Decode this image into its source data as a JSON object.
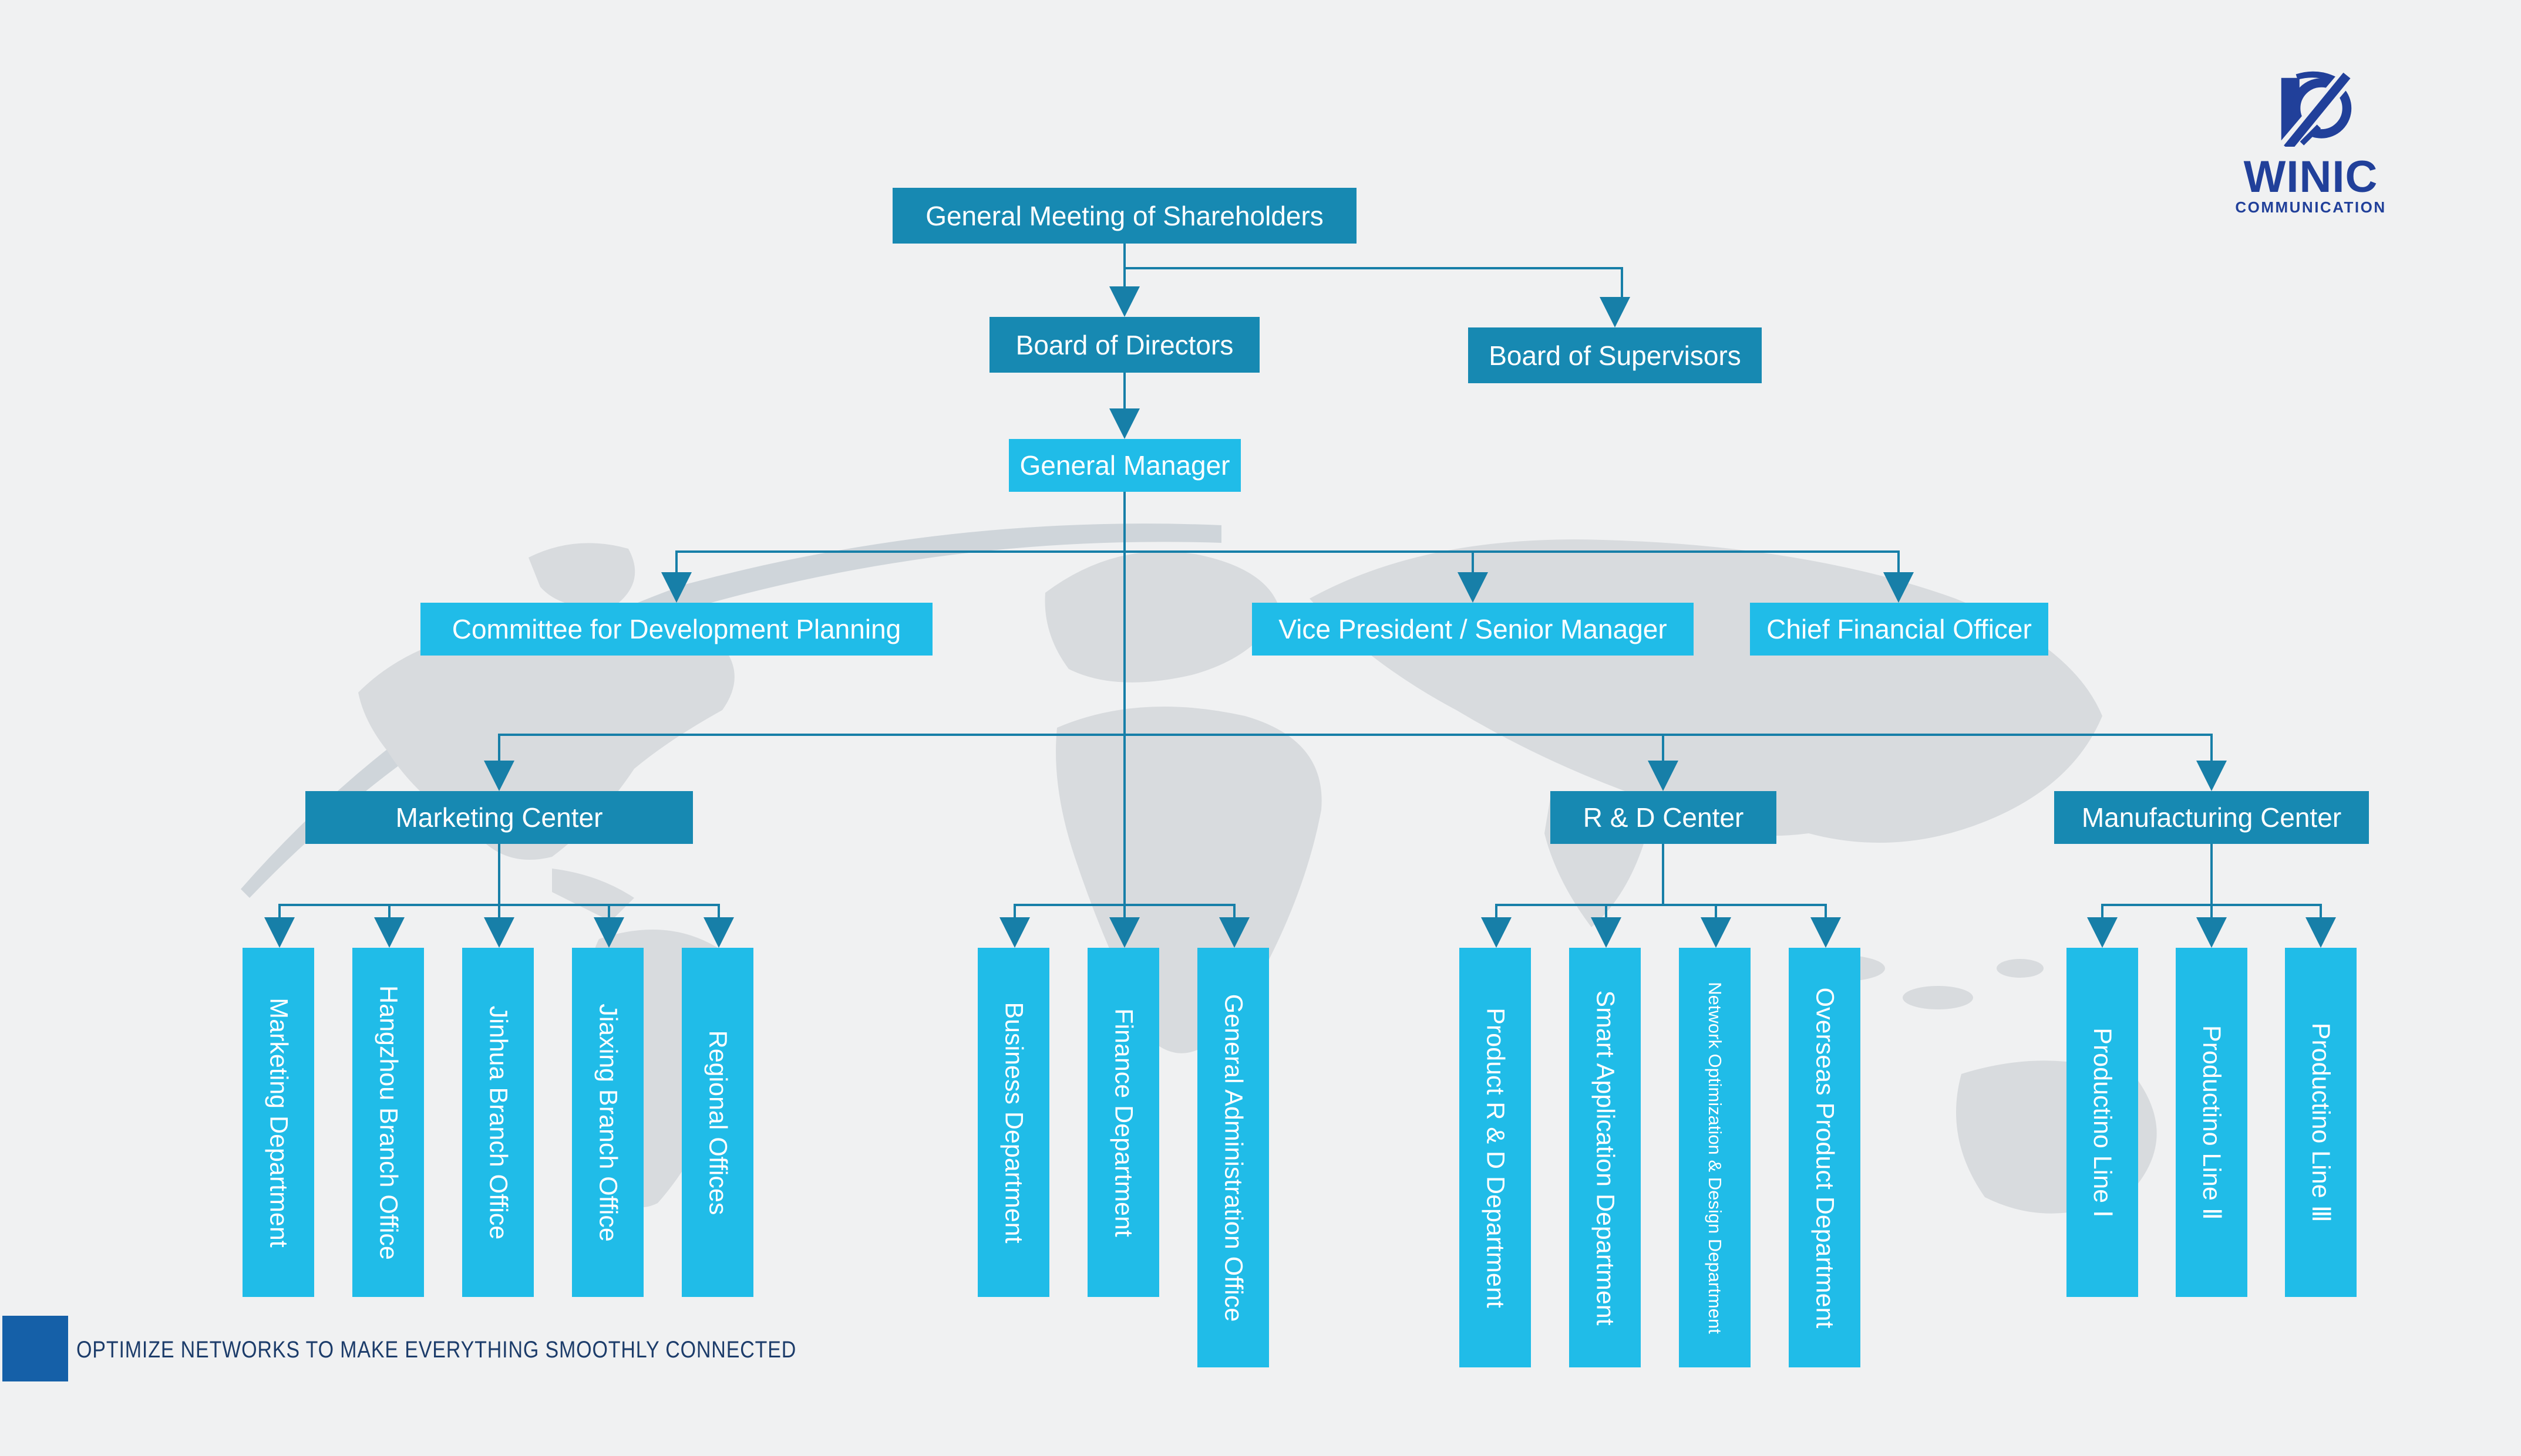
{
  "logo": {
    "name": "WINIC",
    "subtitle": "COMMUNICATION",
    "color": "#21409a"
  },
  "footer": {
    "slogan": "OPTIMIZE NETWORKS TO MAKE EVERYTHING SMOOTHLY CONNECTED",
    "square_color": "#1560a8",
    "text_color": "#1c3c6a"
  },
  "colors": {
    "background": "#f0f1f2",
    "box_dark_teal": "#1789b2",
    "box_light_cyan": "#20bce8",
    "connector": "#177fa8",
    "map_watermark": "#d8dbde",
    "swoosh_watermark": "#cfd5da"
  },
  "nodes": {
    "shareholders": "General Meeting of Shareholders",
    "directors": "Board of Directors",
    "supervisors": "Board of Supervisors",
    "general_manager": "General Manager",
    "committee": "Committee for Development Planning",
    "vice_president": "Vice President / Senior Manager",
    "cfo": "Chief Financial Officer",
    "marketing_center": "Marketing Center",
    "rd_center": "R & D Center",
    "manufacturing_center": "Manufacturing Center"
  },
  "marketing_departments": [
    "Marketing Department",
    "Hangzhou Branch Office",
    "Jinhua Branch Office",
    "Jiaxing Branch Office",
    "Regional Offices"
  ],
  "gm_departments": [
    "Business Department",
    "Finance Department",
    "General Administration Office"
  ],
  "rd_departments": [
    "Product R & D Department",
    "Smart Application Department",
    "Network Optimization & Design Department",
    "Overseas Product Department"
  ],
  "manufacturing_departments": [
    "Productino Line Ⅰ",
    "Productino Line Ⅱ",
    "Productino Line Ⅲ"
  ]
}
